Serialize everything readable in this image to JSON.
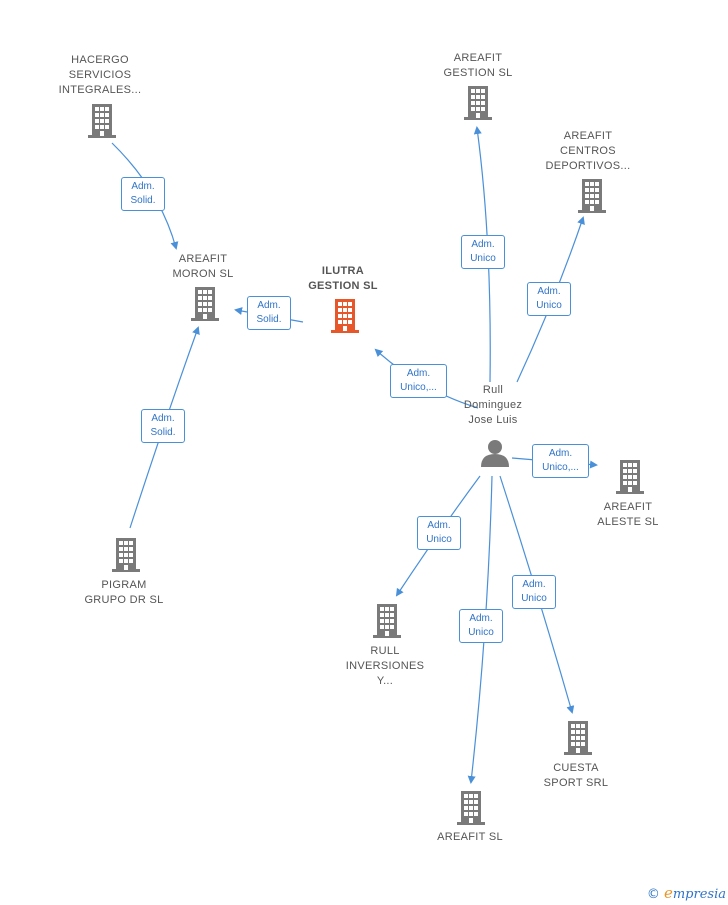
{
  "nodes": {
    "hacergo": [
      "HACERGO",
      "SERVICIOS",
      "INTEGRALES..."
    ],
    "areafit_gestion": [
      "AREAFIT",
      "GESTION  SL"
    ],
    "areafit_centros": [
      "AREAFIT",
      "CENTROS",
      "DEPORTIVOS..."
    ],
    "areafit_moron": [
      "AREAFIT",
      "MORON  SL"
    ],
    "ilutra": [
      "ILUTRA",
      "GESTION  SL"
    ],
    "rull_person": [
      "Rull",
      "Dominguez",
      "Jose Luis"
    ],
    "areafit_aleste": [
      "AREAFIT",
      "ALESTE  SL"
    ],
    "pigram": [
      "PIGRAM",
      "GRUPO DR  SL"
    ],
    "rull_inversiones": [
      "RULL",
      "INVERSIONES",
      "Y..."
    ],
    "cuesta": [
      "CUESTA",
      "SPORT SRL"
    ],
    "areafit_sl": [
      "AREAFIT  SL"
    ]
  },
  "edges": {
    "e1": [
      "Adm.",
      "Solid."
    ],
    "e2": [
      "Adm.",
      "Solid."
    ],
    "e3": [
      "Adm.",
      "Solid."
    ],
    "e4": [
      "Adm.",
      "Unico"
    ],
    "e5": [
      "Adm.",
      "Unico"
    ],
    "e6": [
      "Adm.",
      "Unico,..."
    ],
    "e7": [
      "Adm.",
      "Unico,..."
    ],
    "e8": [
      "Adm.",
      "Unico"
    ],
    "e9": [
      "Adm.",
      "Unico"
    ],
    "e10": [
      "Adm.",
      "Unico"
    ]
  },
  "colors": {
    "building": "#7a7a7a",
    "building_main": "#e8572a",
    "person": "#7a7a7a",
    "edge": "#4a90d9"
  },
  "icons": {
    "building": "building-icon",
    "person": "person-icon"
  },
  "footer": {
    "copyright": "©",
    "brand_e": "e",
    "brand_rest": "mpresia"
  }
}
